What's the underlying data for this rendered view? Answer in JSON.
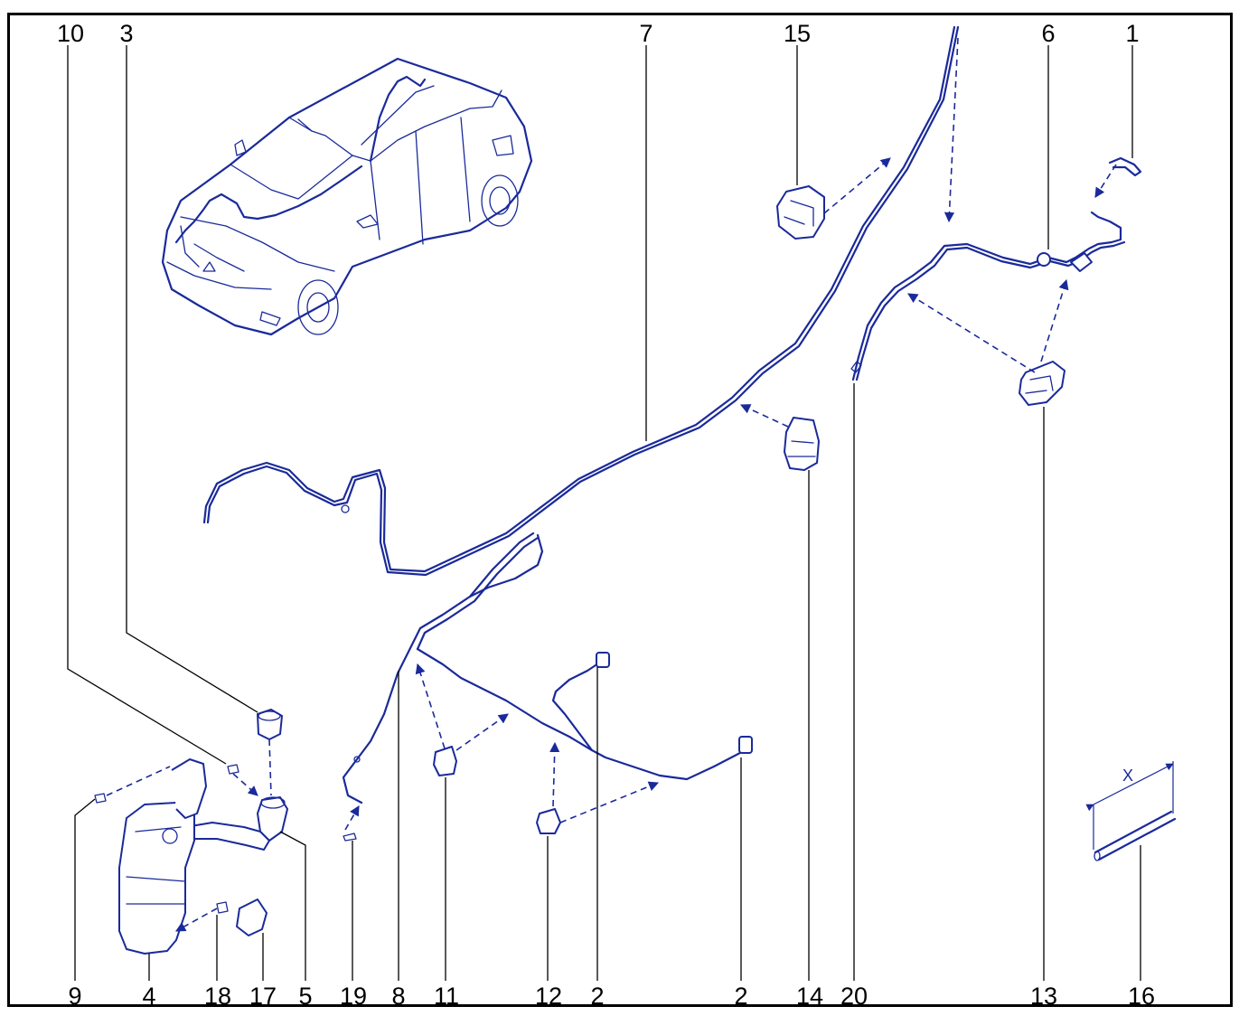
{
  "callouts": {
    "c10": "10",
    "c3": "3",
    "c7": "7",
    "c15": "15",
    "c6": "6",
    "c1": "1",
    "c9": "9",
    "c4": "4",
    "c18": "18",
    "c17": "17",
    "c5": "5",
    "c19": "19",
    "c8": "8",
    "c11": "11",
    "c12": "12",
    "c2a": "2",
    "c2b": "2",
    "c14": "14",
    "c20": "20",
    "c13": "13",
    "c16": "16"
  },
  "dimension_label": "X",
  "colors": {
    "line_art": "#1a2a9a",
    "leader": "#000000",
    "frame": "#000000"
  }
}
